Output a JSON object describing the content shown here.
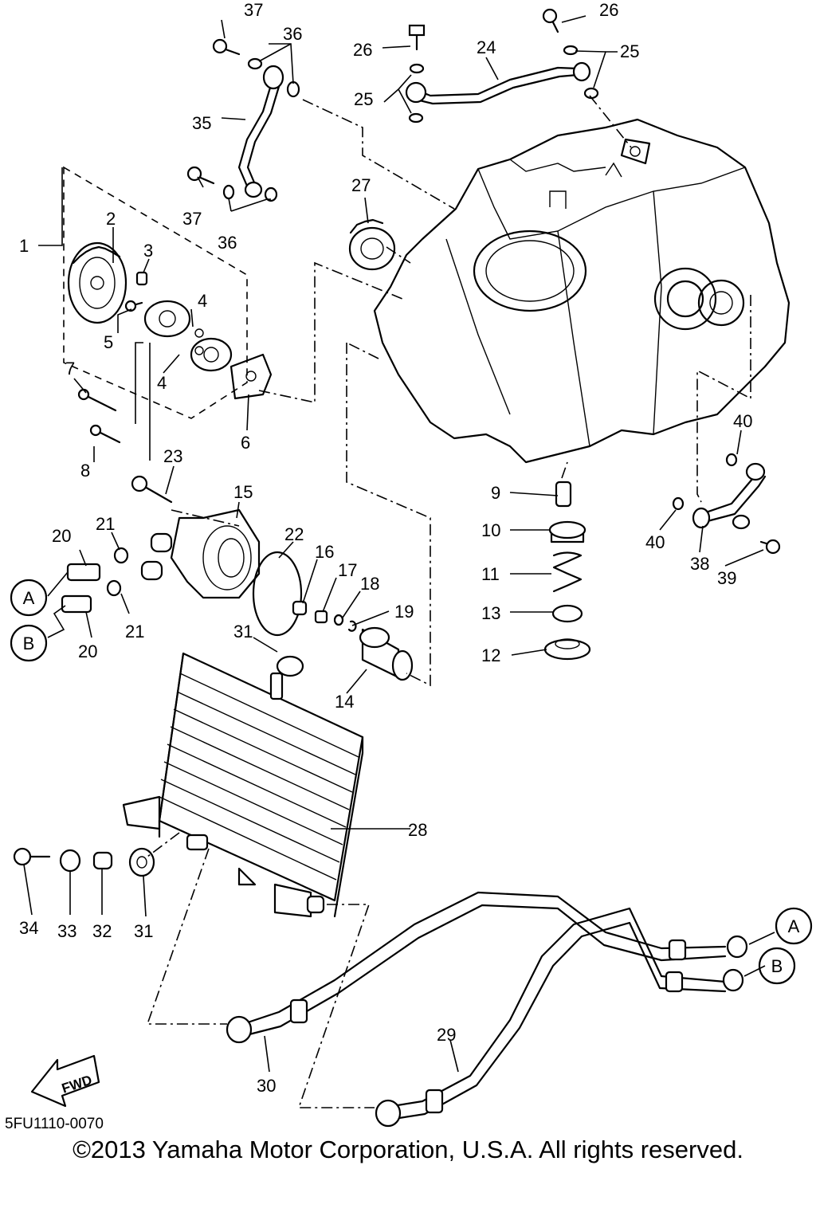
{
  "diagram": {
    "catalog_code": "5FU1110-0070",
    "copyright": "©2013 Yamaha Motor Corporation, U.S.A. All rights reserved.",
    "fwd_label": "FWD",
    "callouts": [
      "1",
      "2",
      "3",
      "4",
      "4",
      "5",
      "6",
      "7",
      "8",
      "9",
      "10",
      "11",
      "12",
      "13",
      "14",
      "15",
      "16",
      "17",
      "18",
      "19",
      "20",
      "20",
      "21",
      "21",
      "22",
      "23",
      "24",
      "25",
      "25",
      "26",
      "26",
      "27",
      "28",
      "29",
      "30",
      "31",
      "31",
      "32",
      "33",
      "34",
      "35",
      "36",
      "36",
      "37",
      "37",
      "38",
      "39",
      "40",
      "40"
    ],
    "connectors": [
      "A",
      "B",
      "A",
      "B"
    ]
  }
}
